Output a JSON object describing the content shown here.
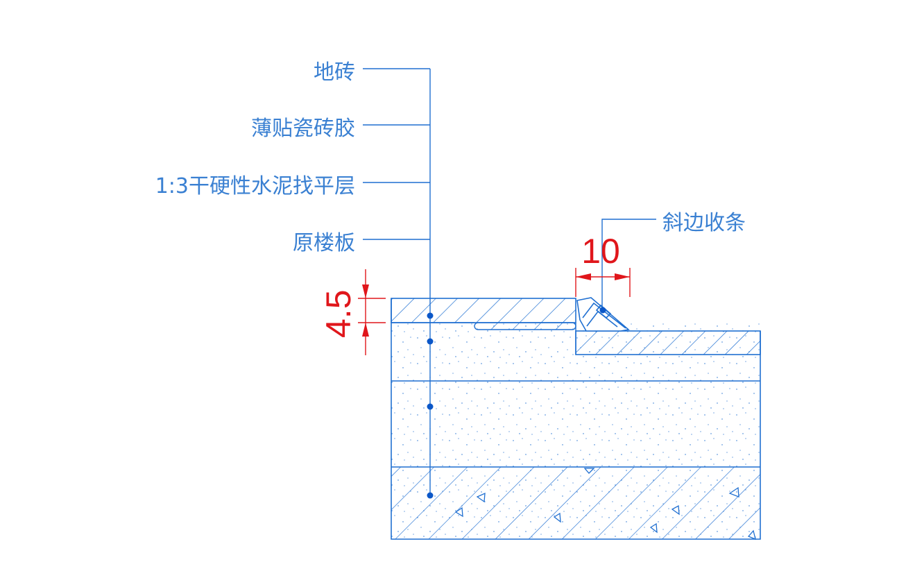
{
  "colors": {
    "line": "#1f6fd1",
    "label": "#3a80d2",
    "dimension": "#e0161b",
    "dot": "#0b57c8",
    "background": "#ffffff"
  },
  "layers": [
    {
      "label": "地砖"
    },
    {
      "label": "薄贴瓷砖胶"
    },
    {
      "label": "1:3干硬性水泥找平层"
    },
    {
      "label": "原楼板"
    }
  ],
  "trim_label": "斜边收条",
  "dimensions": {
    "thickness": "4.5",
    "trim_width": "10"
  }
}
